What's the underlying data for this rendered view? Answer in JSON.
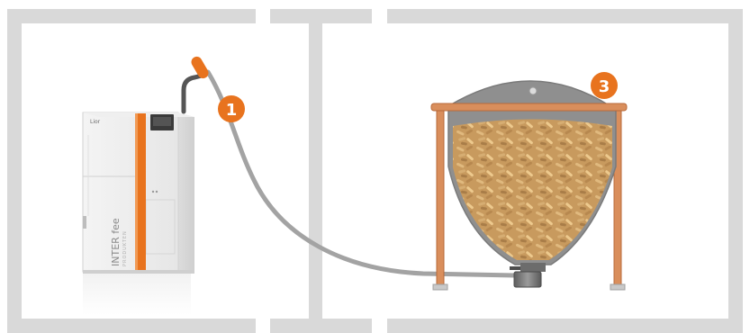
{
  "diagram": {
    "boiler": {
      "logo": "Lior",
      "brand": "INTER fee",
      "brand_sub": "PRODUKTEN"
    },
    "markers": [
      {
        "label": "1",
        "color": "#e8731e"
      },
      {
        "label": "3",
        "color": "#e8731e"
      }
    ],
    "colors": {
      "frame": "#d9d9d9",
      "accent_orange": "#e8731e",
      "hose": "#a3a3a3",
      "hopper": "#8f8f8f",
      "stand_copper": "#d98e5c",
      "pellets": "#c9a066"
    }
  }
}
